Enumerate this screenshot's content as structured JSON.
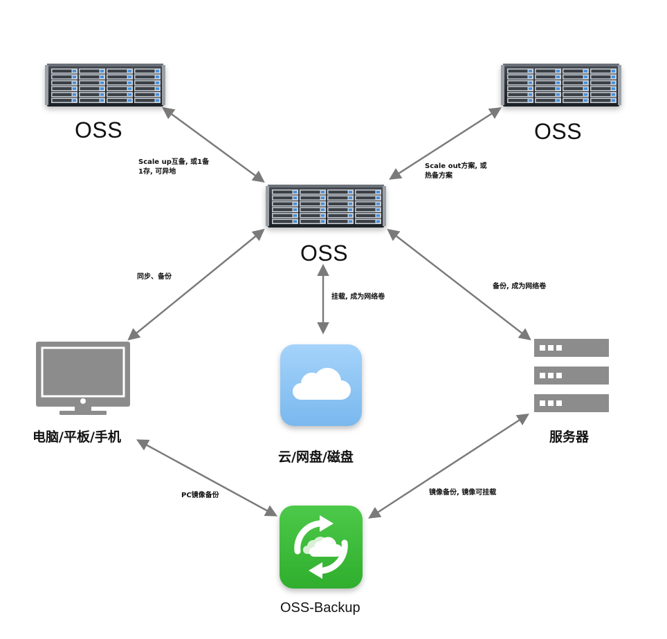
{
  "nodes": {
    "oss_top_left": {
      "label": "OSS"
    },
    "oss_top_right": {
      "label": "OSS"
    },
    "oss_center": {
      "label": "OSS"
    },
    "computer": {
      "label": "电脑/平板/手机",
      "icon": "monitor-icon"
    },
    "cloud": {
      "label": "云/网盘/磁盘",
      "icon": "cloud-icon"
    },
    "server": {
      "label": "服务器",
      "icon": "server-rack-icon"
    },
    "backup": {
      "label": "OSS-Backup",
      "icon": "sync-cloud-icon"
    }
  },
  "edges": {
    "scale_up": {
      "line1": "Scale up互备, 或1备",
      "line2": "1存, 可异地"
    },
    "scale_out": {
      "line1": "Scale out方案, 或",
      "line2": "热备方案"
    },
    "sync_backup": {
      "line1": "同步、备份"
    },
    "mount": {
      "line1": "挂载, 成为网络卷"
    },
    "server_backup": {
      "line1": "备份, 成为网络卷"
    },
    "pc_mirror": {
      "line1": "PC镜像备份"
    },
    "mirror_mount": {
      "line1": "镜像备份, 镜像可挂载"
    }
  },
  "colors": {
    "arrow": "#7a7a7a",
    "server_chassis": "#2b2f36",
    "drive_led": "#3f8fe0",
    "icon_gray": "#8c8c8c",
    "cloud_tile": "#8fc6f5",
    "backup_tile": "#3dbb3a"
  }
}
